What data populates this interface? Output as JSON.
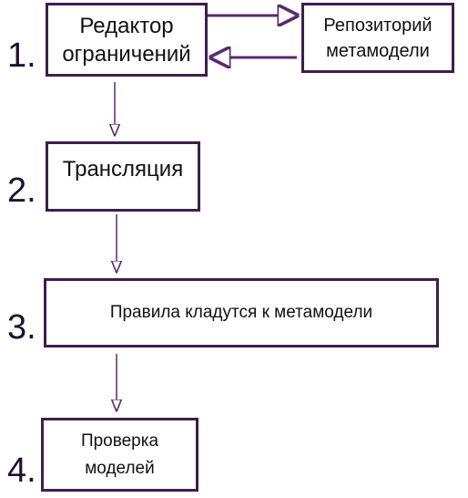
{
  "steps": [
    {
      "number": "1.",
      "label": "Редактор\nограничений"
    },
    {
      "number": "2.",
      "label": "Трансляция"
    },
    {
      "number": "3.",
      "label": "Правила кладутся к метамодели"
    },
    {
      "number": "4.",
      "label": "Проверка\nмоделей"
    }
  ],
  "repository": {
    "label": "Репозиторий\nметамодели"
  },
  "colors": {
    "border": "#3d1e4e",
    "arrow": "#5a2a6e"
  }
}
